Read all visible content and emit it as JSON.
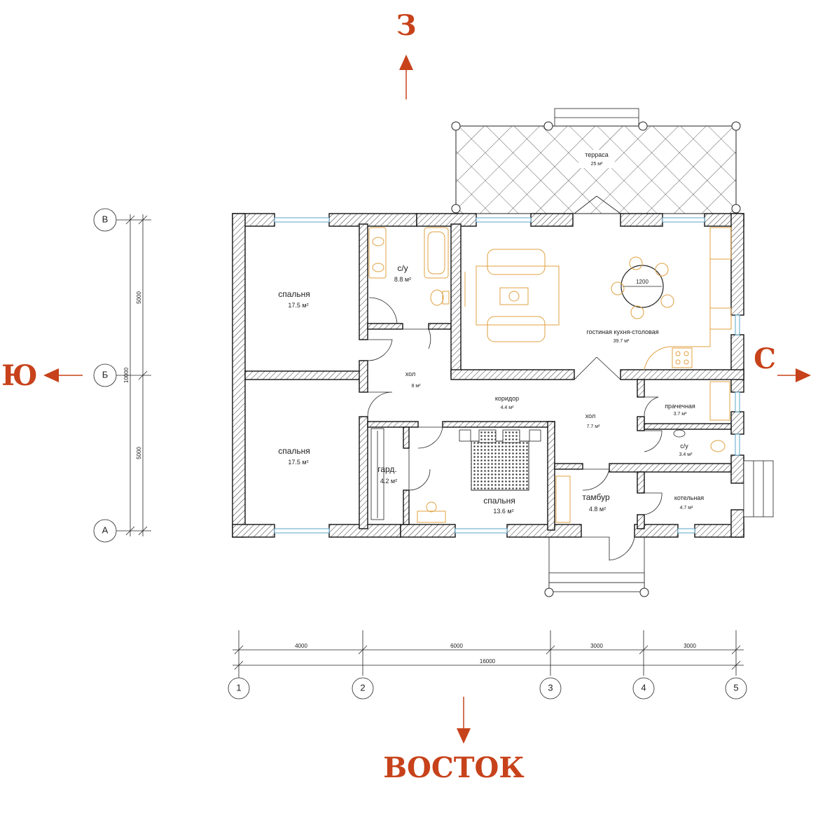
{
  "directions": {
    "north": "З",
    "south": "ВОСТОК",
    "west": "Ю",
    "east": "С"
  },
  "rooms": {
    "bedroom_nw": {
      "name": "спальня",
      "area": "17.5 м²"
    },
    "bedroom_sw": {
      "name": "спальня",
      "area": "17.5 м²"
    },
    "bathroom_main": {
      "name": "с/у",
      "area": "8.8 м²"
    },
    "hall_west": {
      "name": "хол",
      "area": "8 м²"
    },
    "corridor": {
      "name": "коридор",
      "area": "4.4 м²"
    },
    "wardrobe": {
      "name": "гард.",
      "area": "4.2 м²"
    },
    "bedroom_master": {
      "name": "спальня",
      "area": "13.6 м²"
    },
    "living": {
      "name": "гостиная  кухня-столовая",
      "area": "39.7 м²"
    },
    "terrace": {
      "name": "терраса",
      "area": "25 м²"
    },
    "hall_east": {
      "name": "хол",
      "area": "7.7 м²"
    },
    "laundry": {
      "name": "прачечная",
      "area": "3.7 м²"
    },
    "bathroom_small": {
      "name": "с/у",
      "area": "3.4 м²"
    },
    "vestibule": {
      "name": "тамбур",
      "area": "4.8 м²"
    },
    "boiler": {
      "name": "котельная",
      "area": "4.7 м²"
    }
  },
  "table_diameter": "1200",
  "dimensions": {
    "horizontal": [
      "4000",
      "6000",
      "3000",
      "3000"
    ],
    "horizontal_total": "16000",
    "vertical": [
      "5000",
      "5000"
    ],
    "vertical_total": "10000"
  },
  "axes": {
    "columns": [
      "1",
      "2",
      "3",
      "4",
      "5"
    ],
    "rows": [
      "В",
      "Б",
      "А"
    ]
  },
  "colors": {
    "accent": "#c7421a",
    "furniture": "#e0a040",
    "window": "#5aa6c8"
  }
}
